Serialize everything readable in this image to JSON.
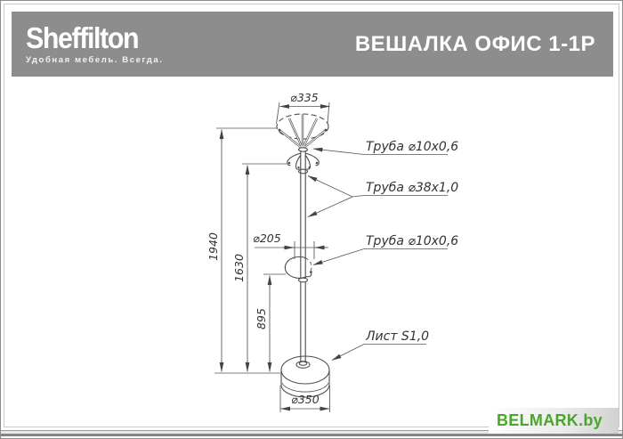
{
  "header": {
    "brand": "Sheffilton",
    "tagline": "Удобная мебель. Всегда.",
    "title": "ВЕШАЛКА ОФИС 1-1Р",
    "bg_color": "#8d8d8d",
    "text_color": "#ffffff"
  },
  "drawing": {
    "dimensions": {
      "top_diameter": "⌀335",
      "total_height": "1940",
      "hook_level_height": "1630",
      "mid_ring_height": "895",
      "mid_ring_diameter": "⌀205",
      "base_diameter": "⌀350"
    },
    "callouts": {
      "top_hooks_tube": "Труба ⌀10x0,6",
      "pole_tube": "Труба ⌀38x1,0",
      "mid_hooks_tube": "Труба ⌀10x0,6",
      "base_sheet": "Лист S1,0"
    },
    "line_color": "#4d4d4d"
  },
  "watermark": {
    "text": "BELMARK.by",
    "color": "#4aa52c"
  }
}
